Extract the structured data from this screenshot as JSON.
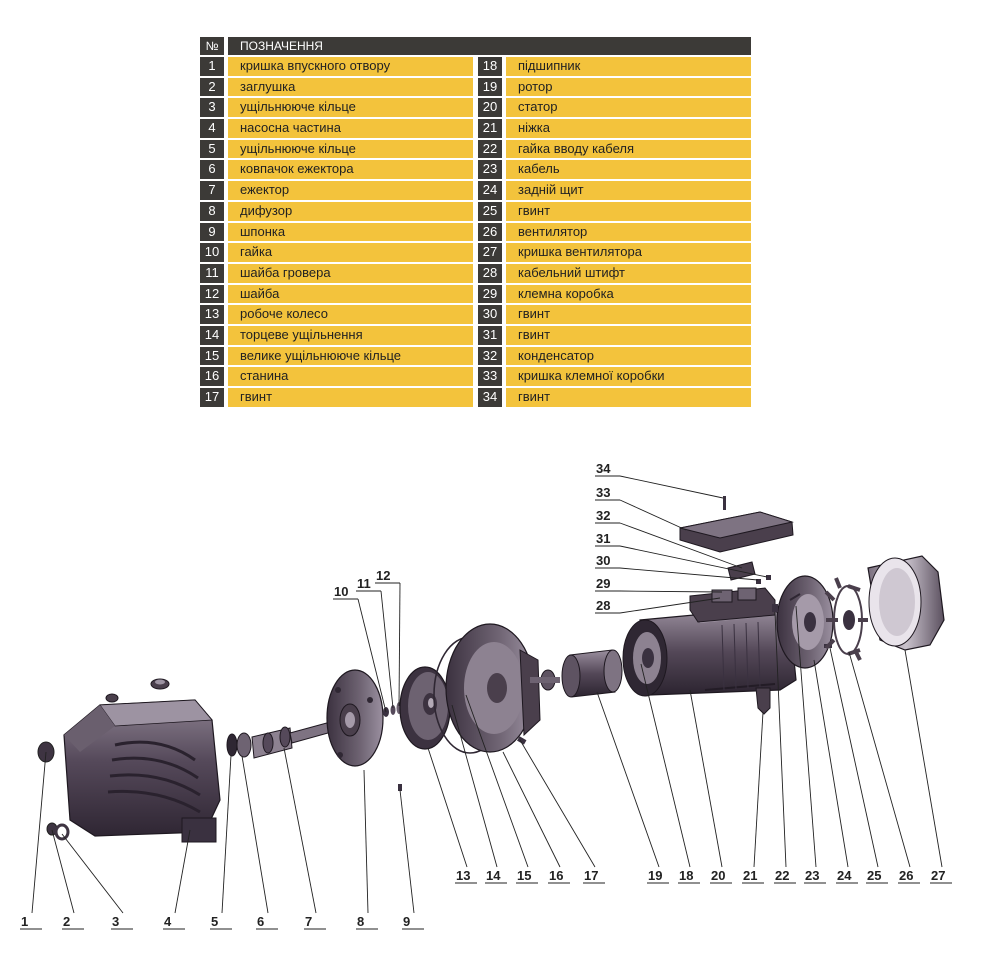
{
  "legend": {
    "header_num": "№",
    "header_title": "ПОЗНАЧЕННЯ",
    "left": [
      {
        "n": "1",
        "t": "кришка впускного отвору"
      },
      {
        "n": "2",
        "t": "заглушка"
      },
      {
        "n": "3",
        "t": "ущільнююче кільце"
      },
      {
        "n": "4",
        "t": "насосна частина"
      },
      {
        "n": "5",
        "t": "ущільнююче кільце"
      },
      {
        "n": "6",
        "t": "ковпачок ежектора"
      },
      {
        "n": "7",
        "t": "ежектор"
      },
      {
        "n": "8",
        "t": "дифузор"
      },
      {
        "n": "9",
        "t": "шпонка"
      },
      {
        "n": "10",
        "t": "гайка"
      },
      {
        "n": "11",
        "t": "шайба гровера"
      },
      {
        "n": "12",
        "t": "шайба"
      },
      {
        "n": "13",
        "t": "робоче колесо"
      },
      {
        "n": "14",
        "t": "торцеве ущільнення"
      },
      {
        "n": "15",
        "t": "велике ущільнююче кільце"
      },
      {
        "n": "16",
        "t": "станина"
      },
      {
        "n": "17",
        "t": "гвинт"
      }
    ],
    "right": [
      {
        "n": "18",
        "t": "підшипник"
      },
      {
        "n": "19",
        "t": "ротор"
      },
      {
        "n": "20",
        "t": "статор"
      },
      {
        "n": "21",
        "t": "ніжка"
      },
      {
        "n": "22",
        "t": "гайка вводу кабеля"
      },
      {
        "n": "23",
        "t": "кабель"
      },
      {
        "n": "24",
        "t": "задній щит"
      },
      {
        "n": "25",
        "t": "гвинт"
      },
      {
        "n": "26",
        "t": "вентилятор"
      },
      {
        "n": "27",
        "t": "кришка вентилятора"
      },
      {
        "n": "28",
        "t": "кабельний штифт"
      },
      {
        "n": "29",
        "t": "клемна коробка"
      },
      {
        "n": "30",
        "t": "гвинт"
      },
      {
        "n": "31",
        "t": "гвинт"
      },
      {
        "n": "32",
        "t": "конденсатор"
      },
      {
        "n": "33",
        "t": "кришка клемної коробки"
      },
      {
        "n": "34",
        "t": "гвинт"
      }
    ]
  },
  "callouts": [
    "1",
    "2",
    "3",
    "4",
    "5",
    "6",
    "7",
    "8",
    "9",
    "10",
    "11",
    "12",
    "13",
    "14",
    "15",
    "16",
    "17",
    "18",
    "19",
    "20",
    "21",
    "22",
    "23",
    "24",
    "25",
    "26",
    "27",
    "28",
    "29",
    "30",
    "31",
    "32",
    "33",
    "34"
  ],
  "colors": {
    "legend_dark": "#3c3a37",
    "legend_yellow": "#f3c33c",
    "part_fill": "#4a3f4c",
    "part_light": "#7d7280"
  }
}
